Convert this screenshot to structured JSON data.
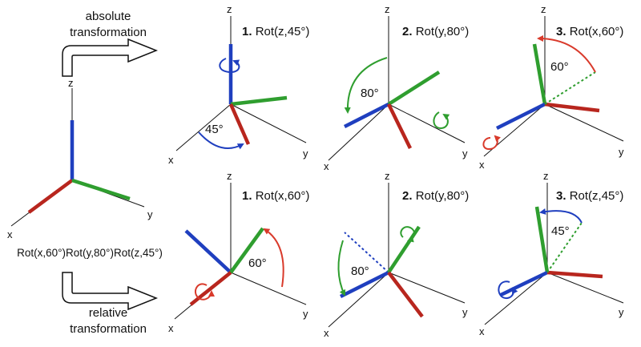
{
  "colors": {
    "x_axis": "#b8261e",
    "y_axis": "#2f9e2f",
    "z_axis": "#1f3fbf"
  },
  "captions": {
    "absolute": [
      "absolute",
      "transformation"
    ],
    "relative": [
      "relative",
      "transformation"
    ]
  },
  "formula": "Rot(x,60°)Rot(y,80°)Rot(z,45°)",
  "axis_labels": {
    "x": "x",
    "y": "y",
    "z": "z"
  },
  "rows": {
    "absolute": [
      {
        "num": "1.",
        "text": "Rot(z,45°)",
        "angle": "45°"
      },
      {
        "num": "2.",
        "text": "Rot(y,80°)",
        "angle": "80°"
      },
      {
        "num": "3.",
        "text": "Rot(x,60°)",
        "angle": "60°"
      }
    ],
    "relative": [
      {
        "num": "1.",
        "text": "Rot(x,60°)",
        "angle": "60°"
      },
      {
        "num": "2.",
        "text": "Rot(y,80°)",
        "angle": "80°"
      },
      {
        "num": "3.",
        "text": "Rot(z,45°)",
        "angle": "45°"
      }
    ]
  }
}
